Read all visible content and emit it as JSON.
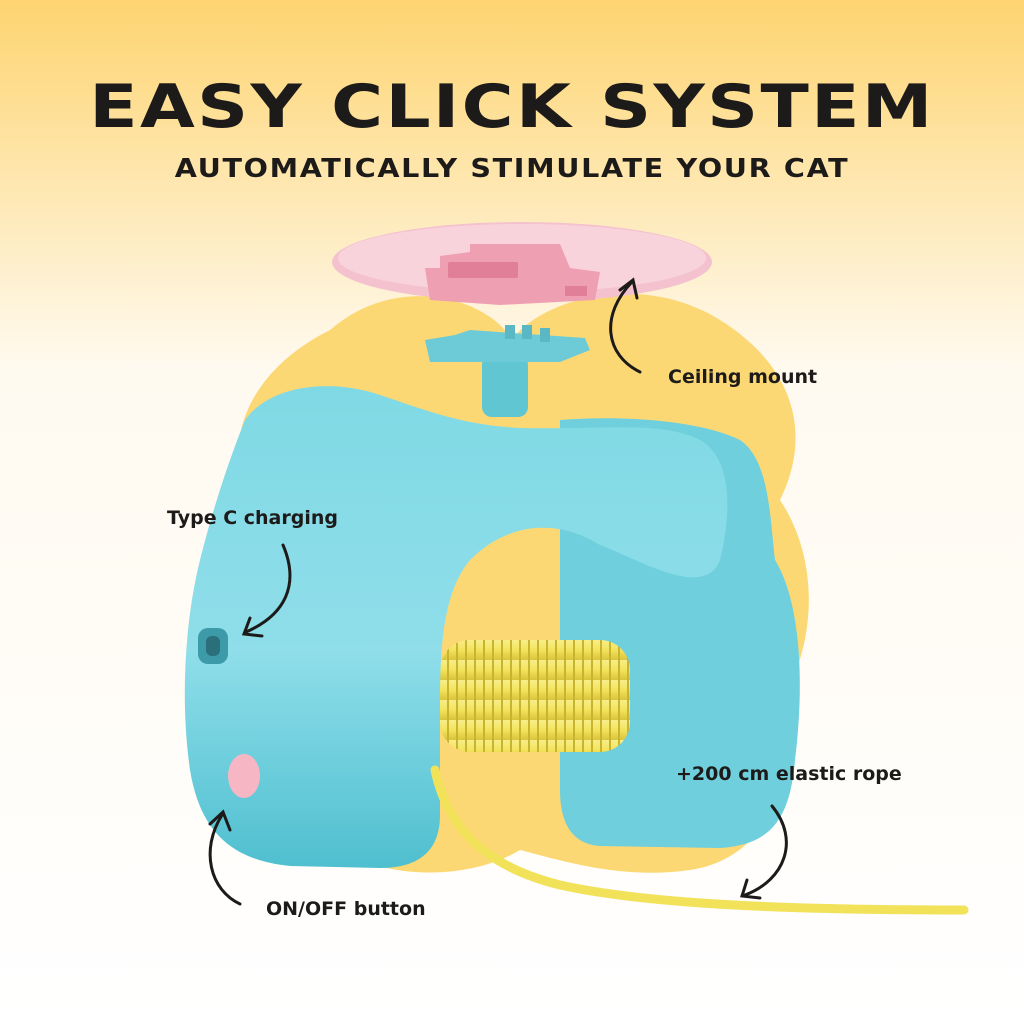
{
  "header": {
    "title": "EASY CLICK SYSTEM",
    "subtitle": "AUTOMATICALLY STIMULATE YOUR CAT"
  },
  "callouts": {
    "ceiling_mount": "Ceiling mount",
    "type_c": "Type C charging",
    "rope": "+200 cm elastic rope",
    "power_button": "ON/OFF button"
  },
  "colors": {
    "background_top": "#fdd470",
    "background_bottom": "#ffffff",
    "blob": "#fcd875",
    "body": "#7fd9e4",
    "mount_plate": "#f4c2cf",
    "spring": "#f3e35c",
    "text": "#1d1b1a"
  }
}
